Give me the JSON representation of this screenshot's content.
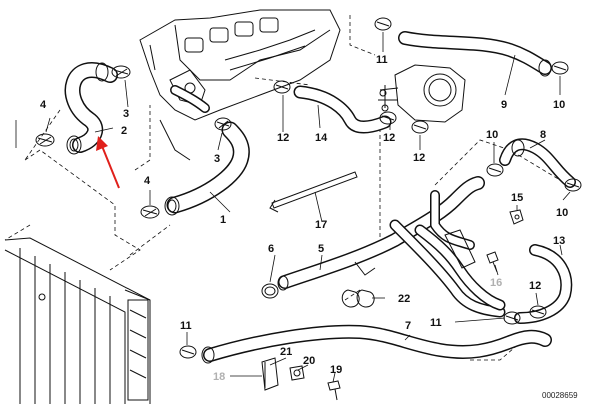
{
  "labels": {
    "p1": "1",
    "p2": "2",
    "p3a": "3",
    "p3b": "3",
    "p4a": "4",
    "p4b": "4",
    "p5": "5",
    "p6": "6",
    "p7": "7",
    "p8": "8",
    "p9": "9",
    "p10a": "10",
    "p10b": "10",
    "p10c": "10",
    "p11a": "11",
    "p11b": "11",
    "p11c": "11",
    "p12a": "12",
    "p12b": "12",
    "p12c": "12",
    "p12d": "12",
    "p13": "13",
    "p14": "14",
    "p15": "15",
    "p16": "16",
    "p17": "17",
    "p18": "18",
    "p19": "19",
    "p20": "20",
    "p21": "21",
    "p22": "22"
  },
  "catalog_number": "00028659",
  "colors": {
    "line": "#111111",
    "ghost_label": "#b0b0b0",
    "arrow": "#e0201b",
    "background": "#ffffff"
  }
}
